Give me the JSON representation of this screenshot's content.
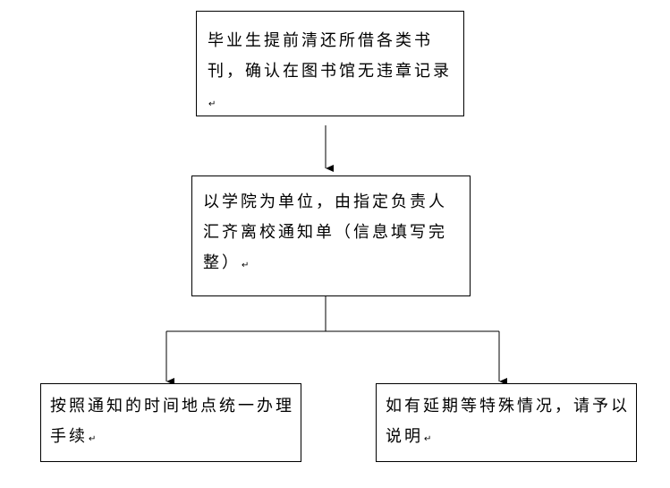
{
  "flowchart": {
    "steps": [
      {
        "text": "毕业生提前清还所借各类书刊，确认在图书馆无违章记录",
        "mark": "↵"
      },
      {
        "text": "以学院为单位，由指定负责人汇齐离校通知单（信息填写完整）",
        "mark": "↵"
      },
      {
        "text": "按照通知的时间地点统一办理手续",
        "mark": "↵"
      },
      {
        "text": "如有延期等特殊情况，请予以说明",
        "mark": "↵"
      }
    ]
  }
}
